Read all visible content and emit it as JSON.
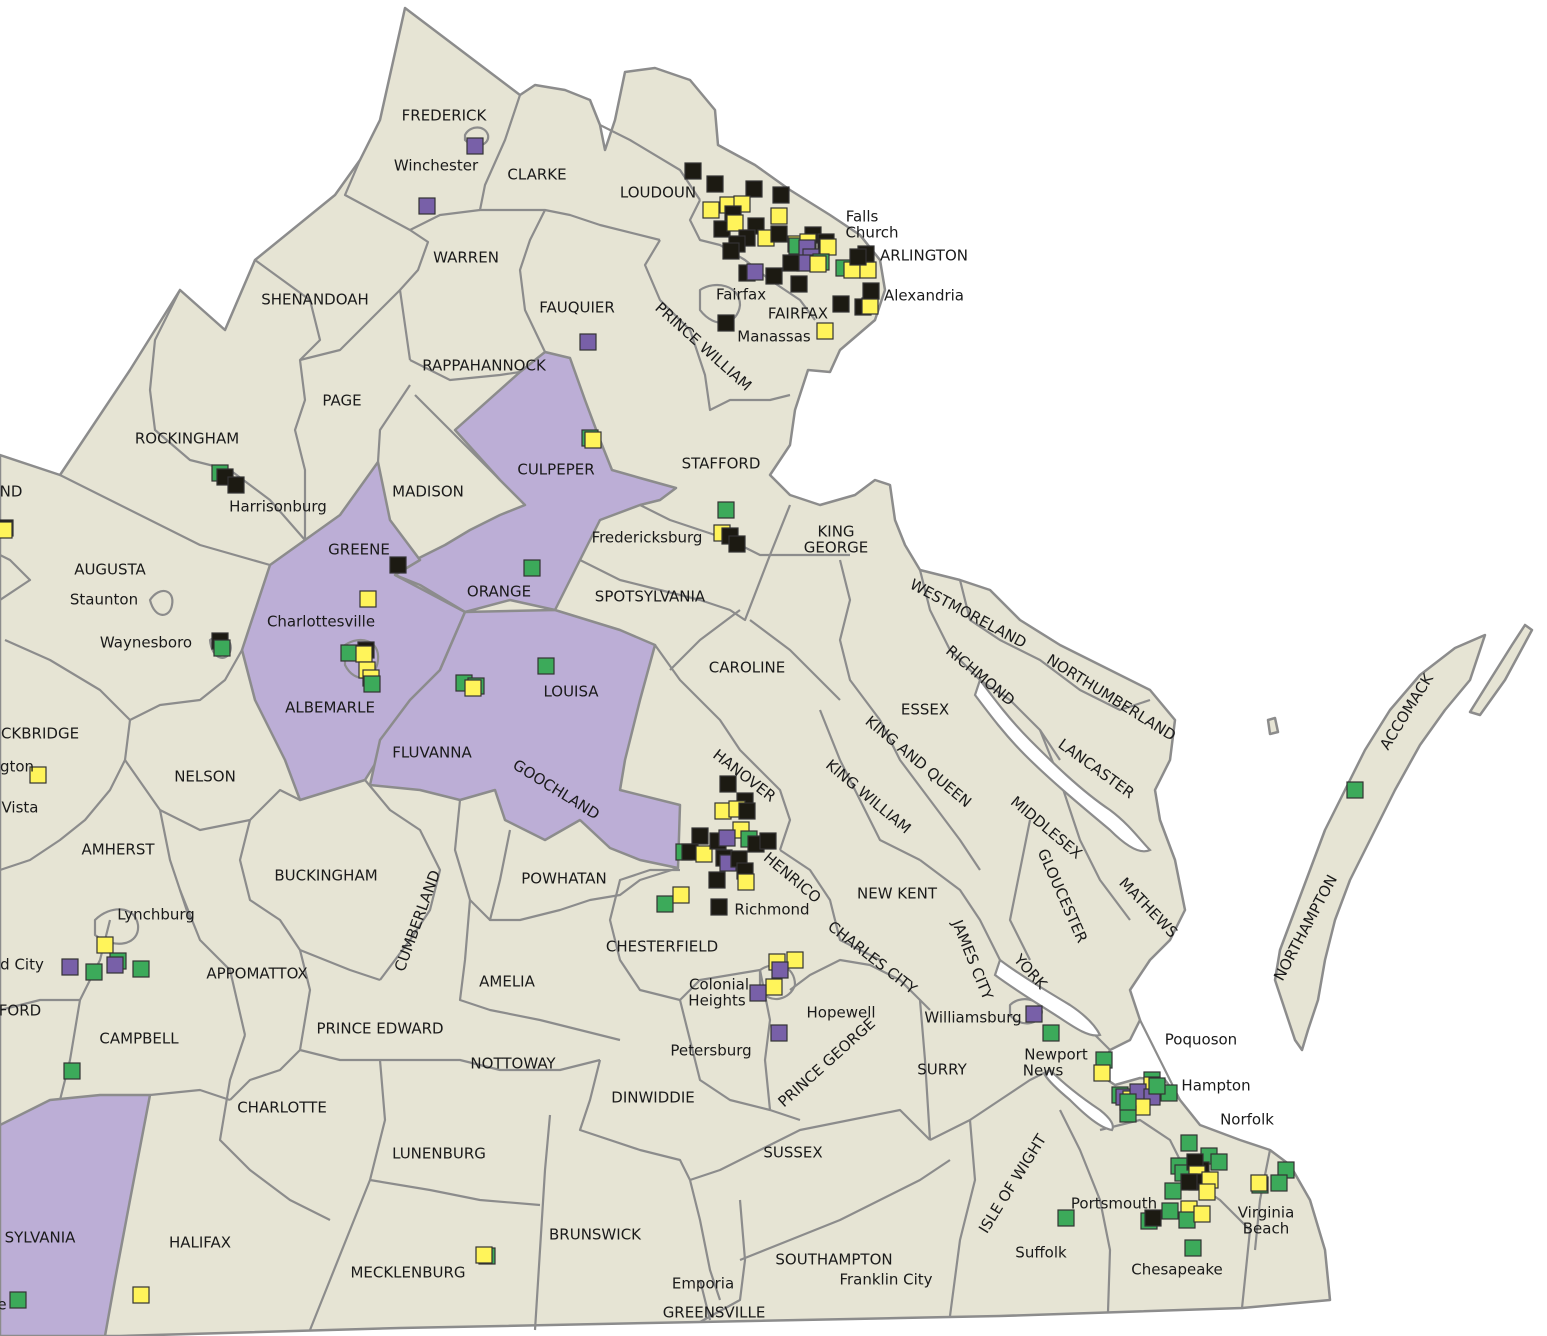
{
  "colors": {
    "land": "#e6e4d4",
    "highlight": "#bcaed6",
    "border": "#8c8c8c",
    "marker_black": "#1c1a12",
    "marker_yellow": "#fff45a",
    "marker_green": "#3caa5a",
    "marker_purple": "#7860a8"
  },
  "labels": [
    {
      "id": "frederick",
      "text": "FREDERICK"
    },
    {
      "id": "winchester",
      "text": "Winchester"
    },
    {
      "id": "clarke",
      "text": "CLARKE"
    },
    {
      "id": "loudoun",
      "text": "LOUDOUN"
    },
    {
      "id": "falls-church-1",
      "text": "Falls"
    },
    {
      "id": "falls-church-2",
      "text": "Church"
    },
    {
      "id": "arlington",
      "text": "ARLINGTON"
    },
    {
      "id": "warren",
      "text": "WARREN"
    },
    {
      "id": "fairfax-city",
      "text": "Fairfax"
    },
    {
      "id": "alexandria",
      "text": "Alexandria"
    },
    {
      "id": "fairfax",
      "text": "FAIRFAX"
    },
    {
      "id": "shenandoah",
      "text": "SHENANDOAH"
    },
    {
      "id": "fauquier",
      "text": "FAUQUIER"
    },
    {
      "id": "manassas",
      "text": "Manassas"
    },
    {
      "id": "prince-william",
      "text": "PRINCE WILLIAM"
    },
    {
      "id": "rappahannock",
      "text": "RAPPAHANNOCK"
    },
    {
      "id": "page",
      "text": "PAGE"
    },
    {
      "id": "rockingham",
      "text": "ROCKINGHAM"
    },
    {
      "id": "culpeper",
      "text": "CULPEPER"
    },
    {
      "id": "stafford",
      "text": "STAFFORD"
    },
    {
      "id": "highland-partial",
      "text": "ND"
    },
    {
      "id": "madison",
      "text": "MADISON"
    },
    {
      "id": "harrisonburg",
      "text": "Harrisonburg"
    },
    {
      "id": "fredericksburg",
      "text": "Fredericksburg"
    },
    {
      "id": "king-george-1",
      "text": "KING"
    },
    {
      "id": "king-george-2",
      "text": "GEORGE"
    },
    {
      "id": "greene",
      "text": "GREENE"
    },
    {
      "id": "augusta",
      "text": "AUGUSTA"
    },
    {
      "id": "orange",
      "text": "ORANGE"
    },
    {
      "id": "spotsylvania",
      "text": "SPOTSYLVANIA"
    },
    {
      "id": "staunton",
      "text": "Staunton"
    },
    {
      "id": "westmoreland",
      "text": "WESTMORELAND"
    },
    {
      "id": "charlottesville",
      "text": "Charlottesville"
    },
    {
      "id": "waynesboro",
      "text": "Waynesboro"
    },
    {
      "id": "caroline",
      "text": "CAROLINE"
    },
    {
      "id": "richmond-county",
      "text": "RICHMOND"
    },
    {
      "id": "northumberland",
      "text": "NORTHUMBERLAND"
    },
    {
      "id": "louisa",
      "text": "LOUISA"
    },
    {
      "id": "albemarle",
      "text": "ALBEMARLE"
    },
    {
      "id": "essex",
      "text": "ESSEX"
    },
    {
      "id": "accomack",
      "text": "ACCOMACK"
    },
    {
      "id": "rockbridge-partial",
      "text": "CKBRIDGE"
    },
    {
      "id": "king-and-queen",
      "text": "KING AND QUEEN"
    },
    {
      "id": "fluvanna",
      "text": "FLUVANNA"
    },
    {
      "id": "lancaster",
      "text": "LANCASTER"
    },
    {
      "id": "lexington-partial",
      "text": "gton"
    },
    {
      "id": "nelson",
      "text": "NELSON"
    },
    {
      "id": "hanover",
      "text": "HANOVER"
    },
    {
      "id": "king-william",
      "text": "KING WILLIAM"
    },
    {
      "id": "goochland",
      "text": "GOOCHLAND"
    },
    {
      "id": "buena-vista-partial",
      "text": "Vista"
    },
    {
      "id": "middlesex",
      "text": "MIDDLESEX"
    },
    {
      "id": "amherst",
      "text": "AMHERST"
    },
    {
      "id": "gloucester",
      "text": "GLOUCESTER"
    },
    {
      "id": "henrico",
      "text": "HENRICO"
    },
    {
      "id": "buckingham",
      "text": "BUCKINGHAM"
    },
    {
      "id": "powhatan",
      "text": "POWHATAN"
    },
    {
      "id": "new-kent",
      "text": "NEW KENT"
    },
    {
      "id": "northampton",
      "text": "NORTHAMPTON"
    },
    {
      "id": "mathews",
      "text": "MATHEWS"
    },
    {
      "id": "cumberland",
      "text": "CUMBERLAND"
    },
    {
      "id": "lynchburg",
      "text": "Lynchburg"
    },
    {
      "id": "richmond-city",
      "text": "Richmond"
    },
    {
      "id": "chesterfield",
      "text": "CHESTERFIELD"
    },
    {
      "id": "charles-city",
      "text": "CHARLES CITY"
    },
    {
      "id": "james-city",
      "text": "JAMES CITY"
    },
    {
      "id": "bedford-city-partial",
      "text": "d City"
    },
    {
      "id": "york",
      "text": "YORK"
    },
    {
      "id": "appomattox",
      "text": "APPOMATTOX"
    },
    {
      "id": "amelia",
      "text": "AMELIA"
    },
    {
      "id": "colonial-heights-1",
      "text": "Colonial"
    },
    {
      "id": "colonial-heights-2",
      "text": "Heights"
    },
    {
      "id": "bedford-partial",
      "text": "FORD"
    },
    {
      "id": "hopewell",
      "text": "Hopewell"
    },
    {
      "id": "williamsburg",
      "text": "Williamsburg"
    },
    {
      "id": "campbell",
      "text": "CAMPBELL"
    },
    {
      "id": "prince-edward",
      "text": "PRINCE EDWARD"
    },
    {
      "id": "poquoson",
      "text": "Poquoson"
    },
    {
      "id": "petersburg",
      "text": "Petersburg"
    },
    {
      "id": "newport-news-1",
      "text": "Newport"
    },
    {
      "id": "newport-news-2",
      "text": "News"
    },
    {
      "id": "nottoway",
      "text": "NOTTOWAY"
    },
    {
      "id": "prince-george",
      "text": "PRINCE GEORGE"
    },
    {
      "id": "surry",
      "text": "SURRY"
    },
    {
      "id": "hampton",
      "text": "Hampton"
    },
    {
      "id": "dinwiddie",
      "text": "DINWIDDIE"
    },
    {
      "id": "charlotte",
      "text": "CHARLOTTE"
    },
    {
      "id": "norfolk",
      "text": "Norfolk"
    },
    {
      "id": "lunenburg",
      "text": "LUNENBURG"
    },
    {
      "id": "sussex",
      "text": "SUSSEX"
    },
    {
      "id": "isle-of-wight",
      "text": "ISLE OF WIGHT"
    },
    {
      "id": "portsmouth",
      "text": "Portsmouth"
    },
    {
      "id": "virginia-beach-1",
      "text": "Virginia"
    },
    {
      "id": "virginia-beach-2",
      "text": "Beach"
    },
    {
      "id": "brunswick",
      "text": "BRUNSWICK"
    },
    {
      "id": "pittsylvania-partial",
      "text": "SYLVANIA"
    },
    {
      "id": "halifax",
      "text": "HALIFAX"
    },
    {
      "id": "suffolk",
      "text": "Suffolk"
    },
    {
      "id": "southampton",
      "text": "SOUTHAMPTON"
    },
    {
      "id": "chesapeake",
      "text": "Chesapeake"
    },
    {
      "id": "mecklenburg",
      "text": "MECKLENBURG"
    },
    {
      "id": "emporia",
      "text": "Emporia"
    },
    {
      "id": "franklin-city",
      "text": "Franklin City"
    },
    {
      "id": "danville-partial",
      "text": "e"
    },
    {
      "id": "greensville",
      "text": "GREENSVILLE"
    }
  ]
}
